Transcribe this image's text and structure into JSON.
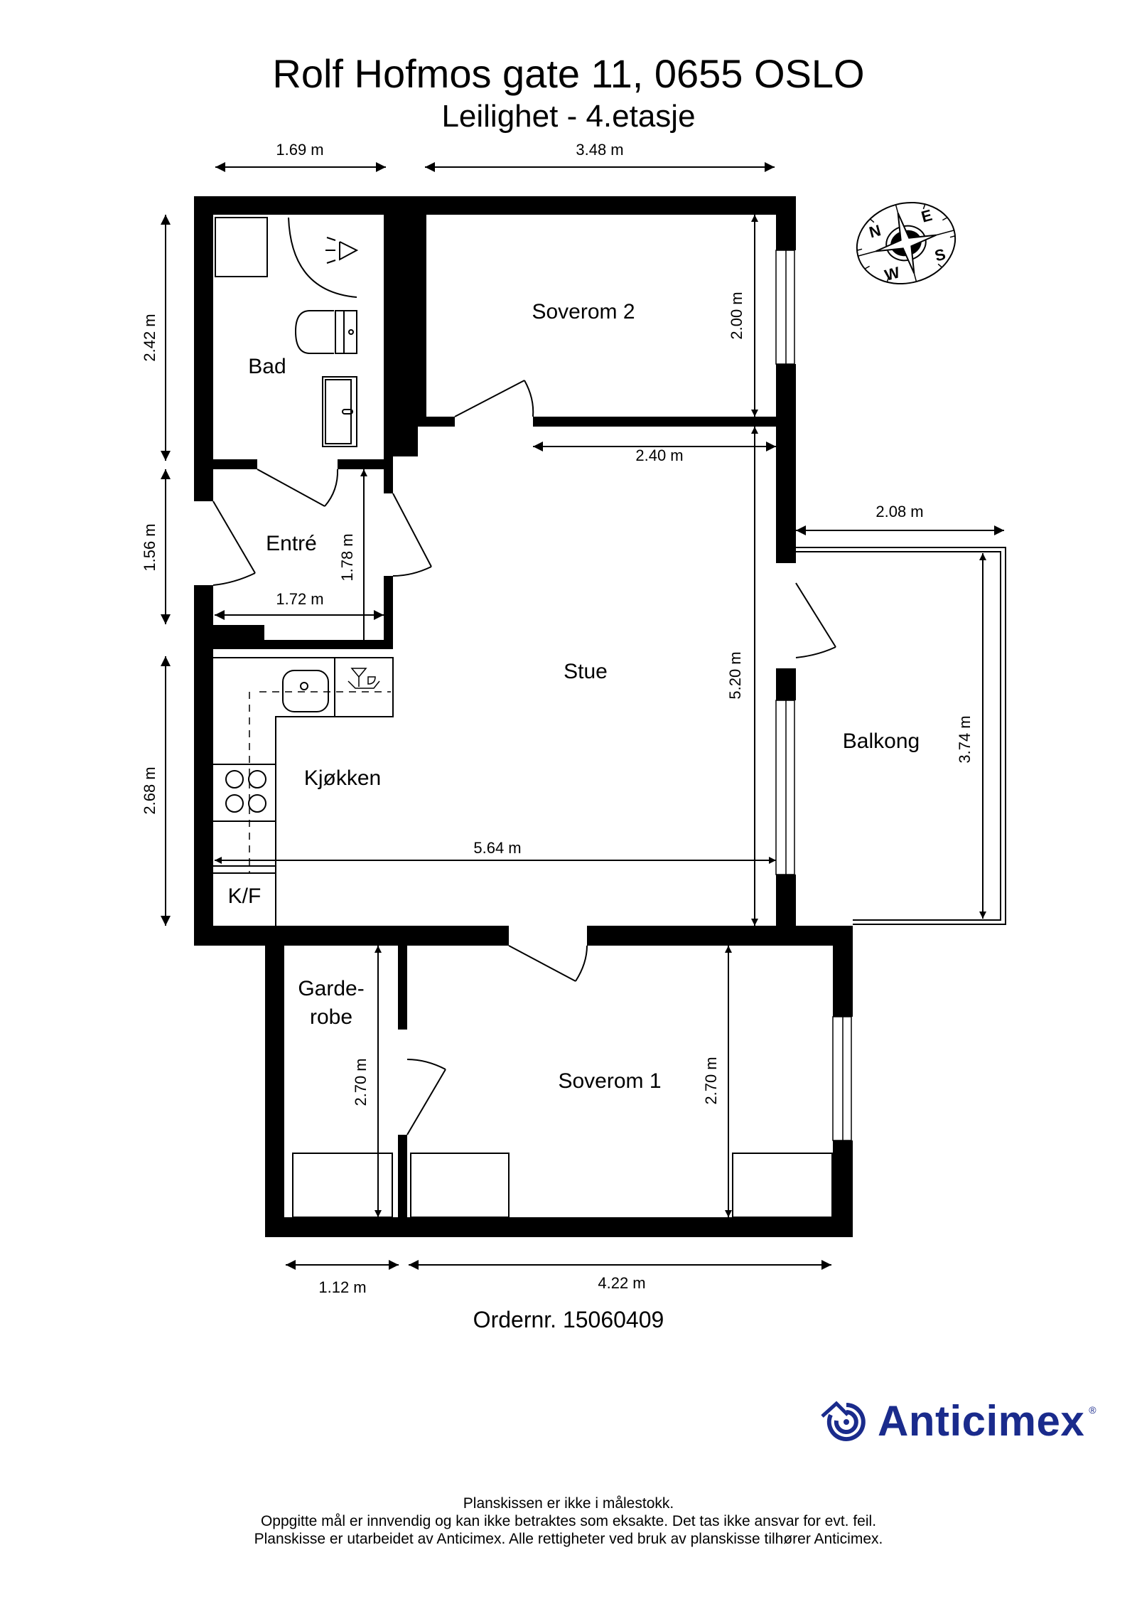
{
  "header": {
    "address": "Rolf Hofmos gate 11, 0655 OSLO",
    "unit": "Leilighet  - 4.etasje"
  },
  "rooms": {
    "bad": "Bad",
    "soverom2": "Soverom 2",
    "entre": "Entré",
    "stue": "Stue",
    "kjokken": "Kjøkken",
    "kf": "K/F",
    "balkong": "Balkong",
    "garderobe_line1": "Garde-",
    "garderobe_line2": "robe",
    "soverom1": "Soverom 1"
  },
  "dimensions": {
    "top_left": "1.69 m",
    "top_right": "3.48 m",
    "left_bad": "2.42 m",
    "left_entre": "1.56 m",
    "left_kitchen": "2.68 m",
    "soverom2_height": "2.00 m",
    "stue_top_width": "2.40 m",
    "balkong_width": "2.08 m",
    "entre_height": "1.78 m",
    "entre_width": "1.72 m",
    "stue_height": "5.20 m",
    "balkong_height": "3.74 m",
    "stue_width": "5.64 m",
    "garderobe_height": "2.70 m",
    "soverom1_height": "2.70 m",
    "bottom_left": "1.12 m",
    "bottom_right": "4.22 m"
  },
  "compass": {
    "n": "N",
    "e": "E",
    "s": "S",
    "w": "W"
  },
  "order": "Ordernr. 15060409",
  "logo": {
    "name": "Anticimex",
    "registered": "®",
    "color": "#1a2b8c"
  },
  "footer": {
    "line1": "Planskissen er ikke i målestokk.",
    "line2": "Oppgitte mål er innvendig og kan ikke betraktes som eksakte. Det tas ikke ansvar for evt. feil.",
    "line3": "Planskisse er utarbeidet av Anticimex. Alle rettigheter ved bruk av planskisse tilhører Anticimex."
  }
}
